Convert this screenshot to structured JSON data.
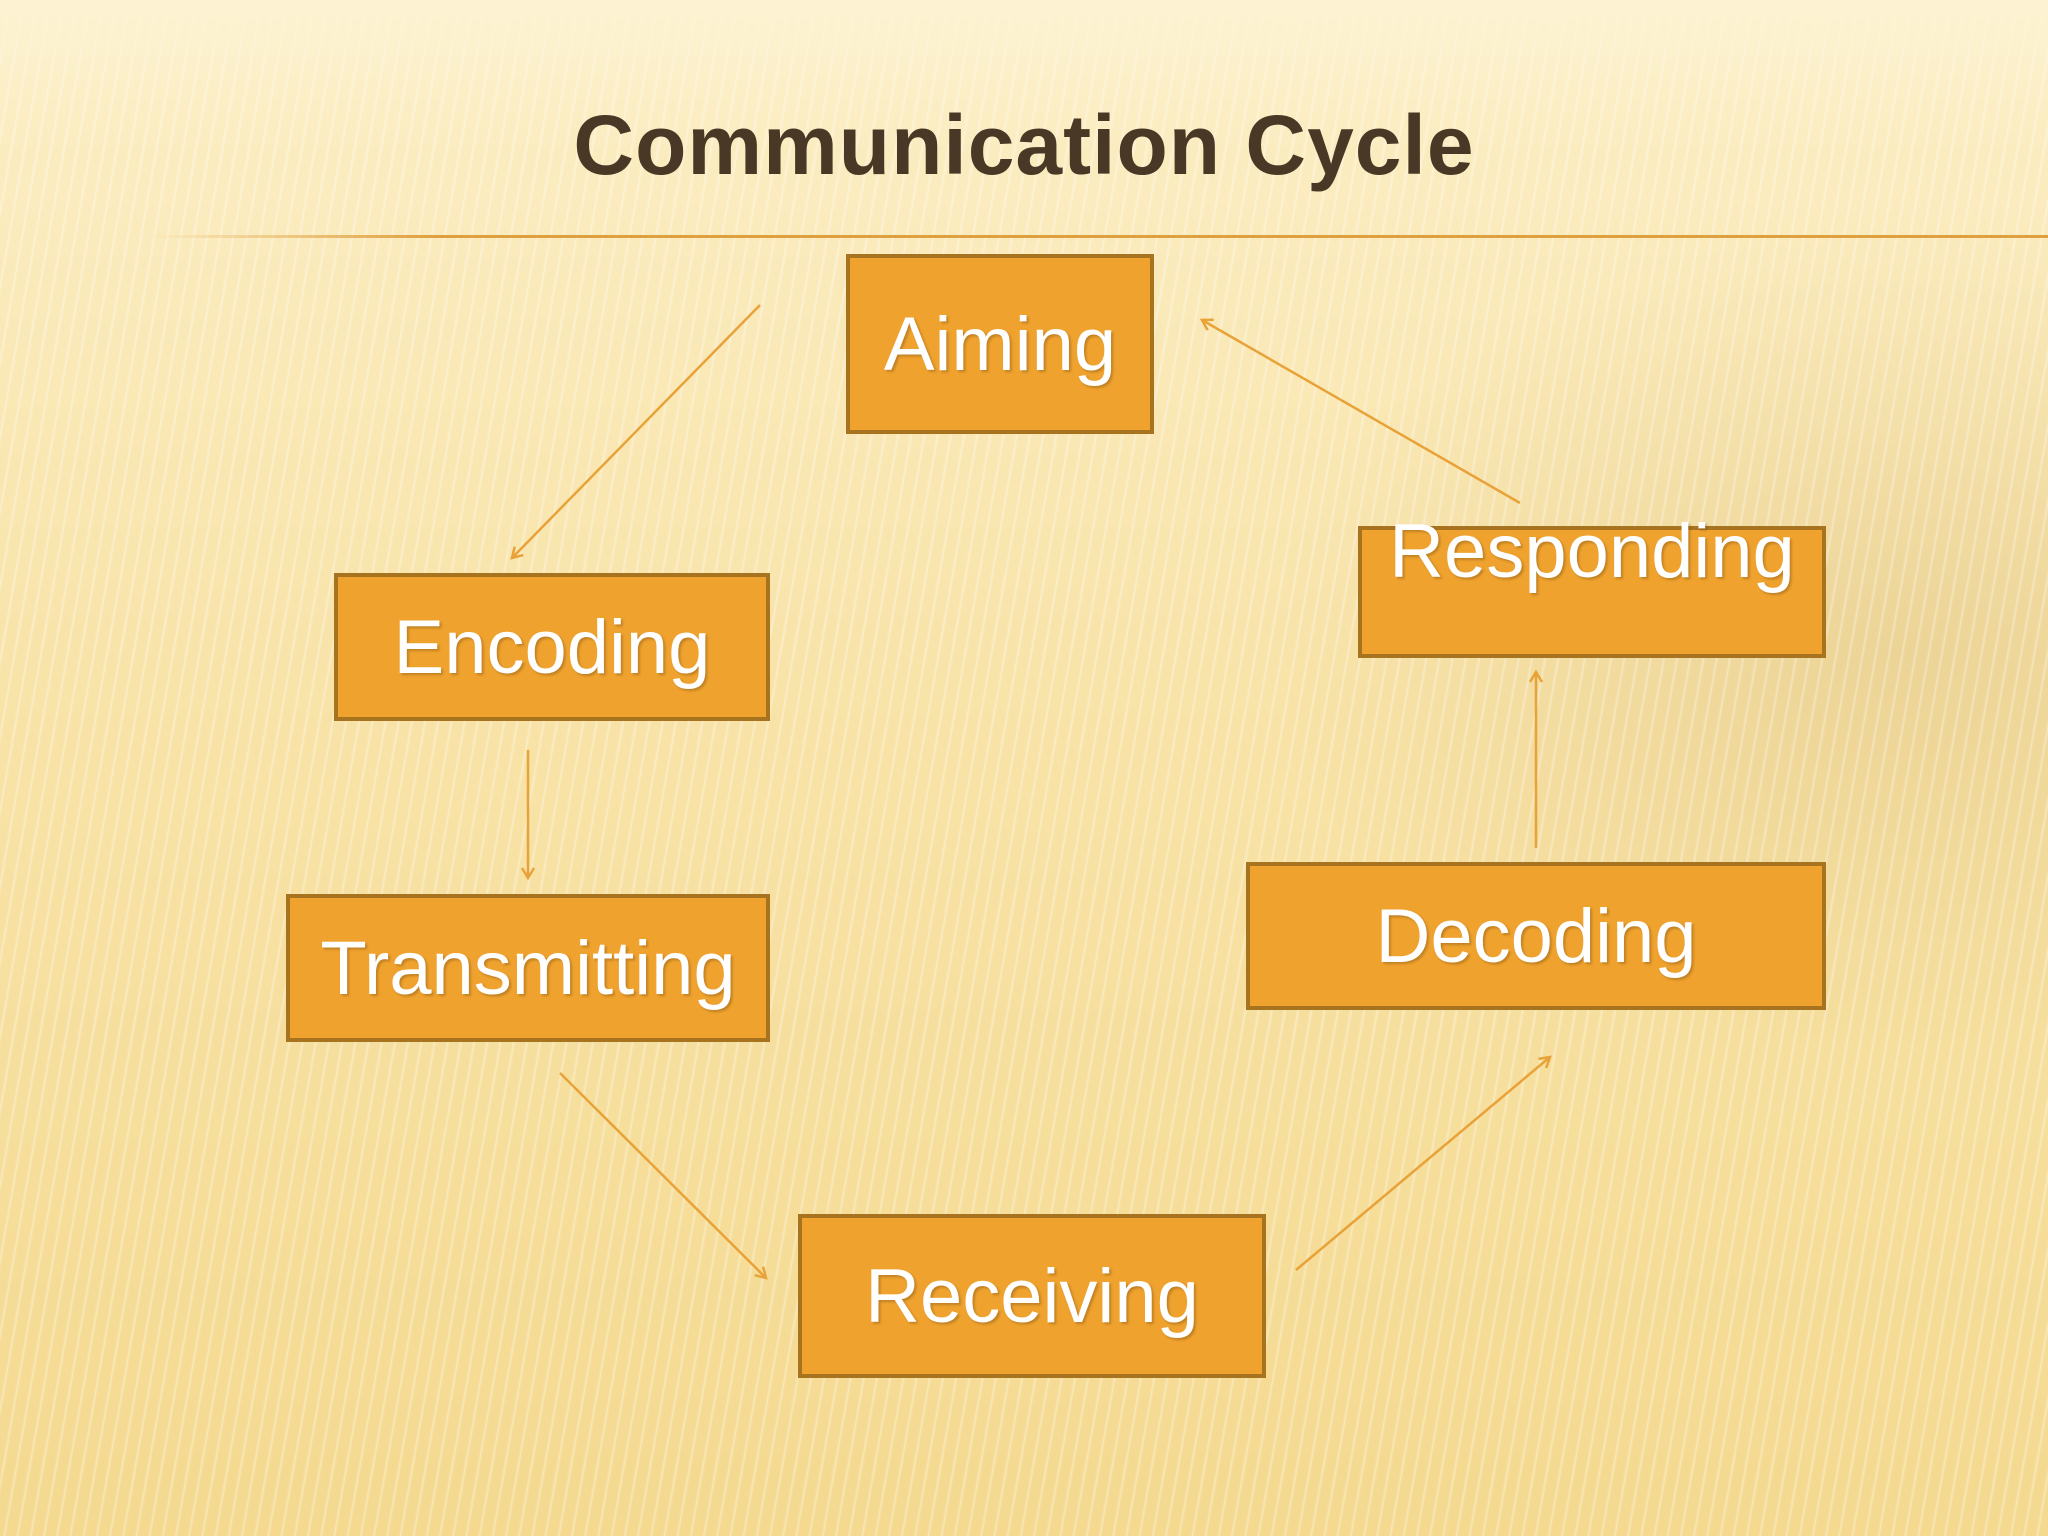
{
  "slide": {
    "title": "Communication Cycle"
  },
  "diagram": {
    "steps": {
      "aiming": "Aiming",
      "encoding": "Encoding",
      "transmitting": "Transmitting",
      "receiving": "Receiving",
      "decoding": "Decoding",
      "responding": "Responding"
    },
    "colors": {
      "box_fill": "#efa22d",
      "box_border": "#a8731e",
      "box_text": "#ffffff",
      "arrow": "#e8a238",
      "title_text": "#4a3826",
      "background": "#f6dfa0"
    }
  }
}
